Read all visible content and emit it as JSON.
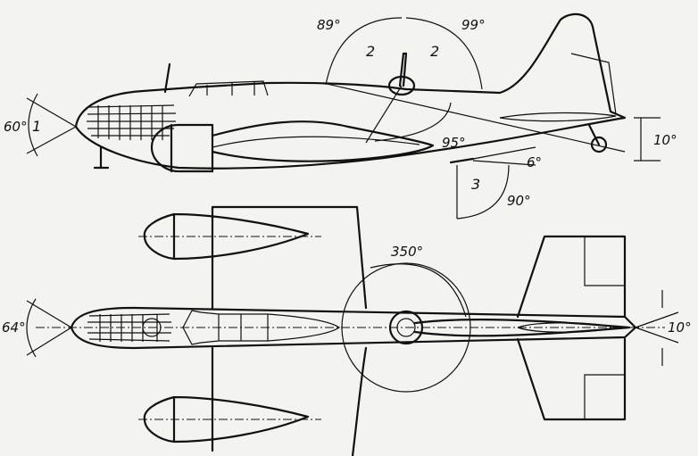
{
  "side_view": {
    "angle_left_gun": "89°",
    "angle_right_gun": "99°",
    "gun_label_left": "2",
    "gun_label_right": "2",
    "nose_angle": "60°",
    "nose_label": "1",
    "lower_sweep_angle": "95°",
    "tail_angle": "10°",
    "belly_angle": "6°",
    "belly_label": "3",
    "belly_sweep_angle": "90°"
  },
  "plan_view": {
    "turret_angle": "350°",
    "nose_angle": "64°",
    "tail_angle": "10°"
  }
}
